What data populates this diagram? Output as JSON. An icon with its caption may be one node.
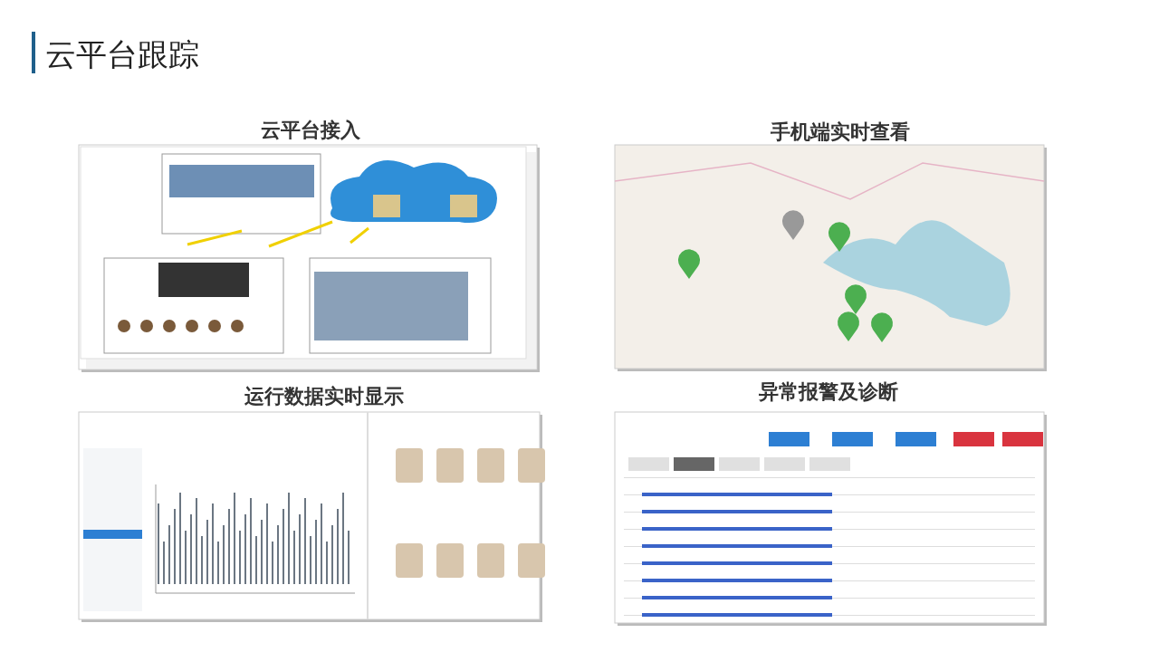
{
  "diagram": {
    "title": "云平台跟踪",
    "labels": [
      "云平台接入",
      "手机端实时查看",
      "运行数据实时显示",
      "异常报警及诊断"
    ]
  }
}
